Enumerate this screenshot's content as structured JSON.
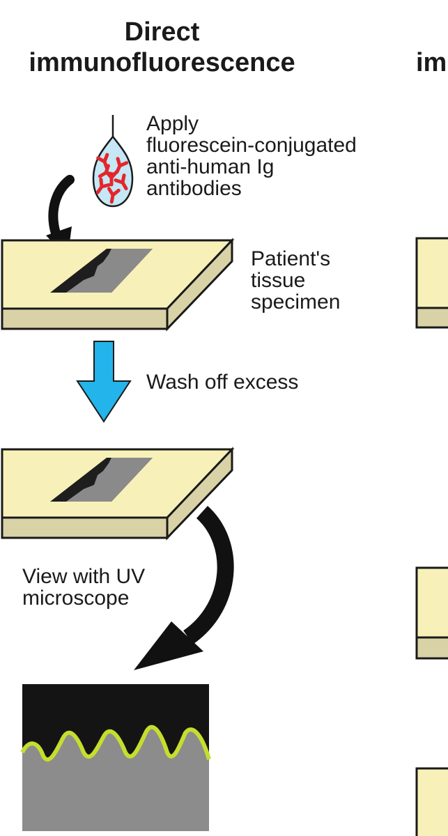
{
  "title": {
    "line1": "Direct",
    "line2": "immunofluorescence",
    "cut_next_panel": "im"
  },
  "steps": {
    "apply_antibody": [
      "Apply",
      "fluorescein-conjugated",
      "anti-human Ig",
      "antibodies"
    ],
    "specimen": [
      "Patient's",
      "tissue",
      "specimen"
    ],
    "wash": "Wash off excess",
    "view": [
      "View with UV",
      "microscope"
    ]
  },
  "colors": {
    "slide_top": "#f7f1b9",
    "slide_side": "#d8d2a6",
    "tissue_dark": "#1e1e1e",
    "tissue_gray": "#8a8a8a",
    "wash_arrow": "#22b4ea",
    "droplet": "#c5e7f6",
    "antibody": "#e3262b",
    "fluorescence": "#c6de2c",
    "micro_bg": "#141414",
    "micro_tissue": "#8c8c8c"
  },
  "icons": {
    "dropper": "dropper-icon",
    "wash_arrow": "down-arrow-icon",
    "curved_arrow": "curved-arrow-icon"
  }
}
